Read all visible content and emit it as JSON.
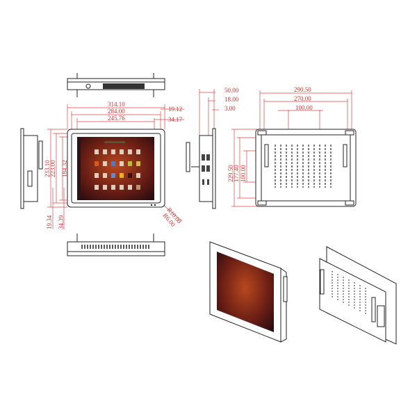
{
  "front_view": {
    "width_labels": [
      "314.10",
      "284.00",
      "245.76"
    ],
    "right_labels": [
      "19.12",
      "34.17"
    ],
    "height_labels": [
      "233.10",
      "223.00",
      "184.32"
    ],
    "bottom_labels": [
      "19.34",
      "34.39"
    ],
    "radius_labels": [
      "R10.00",
      "R6.00"
    ]
  },
  "side_view": {
    "depth_labels": [
      "50.00",
      "18.00",
      "3.00"
    ]
  },
  "back_view": {
    "width_labels": [
      "290.50",
      "270.00",
      "100.00"
    ],
    "height_labels": [
      "229.50",
      "177.40",
      "100.00"
    ]
  },
  "colors": {
    "dimension": "#e04040",
    "outline": "#222222",
    "screen": "#8a2a18"
  }
}
